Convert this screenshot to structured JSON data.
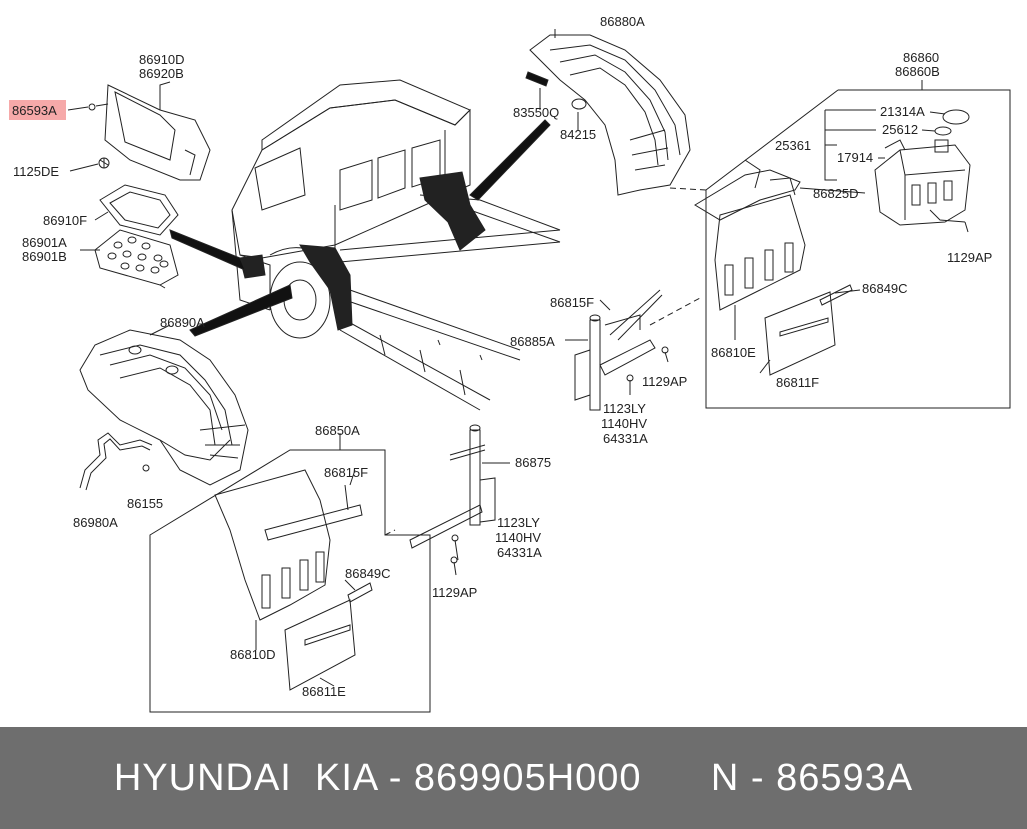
{
  "labels": {
    "l_86593A": "86593A",
    "l_86910D": "86910D",
    "l_86920B": "86920B",
    "l_1125DE": "1125DE",
    "l_86910F": "86910F",
    "l_86901A": "86901A",
    "l_86901B": "86901B",
    "l_86890A": "86890A",
    "l_86980A": "86980A",
    "l_86155": "86155",
    "l_86880A": "86880A",
    "l_83550Q": "83550Q",
    "l_84215": "84215",
    "l_86860": "86860",
    "l_86860B": "86860B",
    "l_21314A": "21314A",
    "l_25612": "25612",
    "l_25361": "25361",
    "l_17914": "17914",
    "l_86825D": "86825D",
    "l_1129AP_a": "1129AP",
    "l_86849C_a": "86849C",
    "l_86815F_a": "86815F",
    "l_86885A": "86885A",
    "l_86810E": "86810E",
    "l_1129AP_b": "1129AP",
    "l_86811F": "86811F",
    "l_1123LY_a": "1123LY",
    "l_1140HV_a": "1140HV",
    "l_64331A_a": "64331A",
    "l_86850A": "86850A",
    "l_86815F_b": "86815F",
    "l_86875": "86875",
    "l_1123LY_b": "1123LY",
    "l_1140HV_b": "1140HV",
    "l_64331A_b": "64331A",
    "l_86849C_b": "86849C",
    "l_1129AP_c": "1129AP",
    "l_86810D": "86810D",
    "l_86811E": "86811E"
  },
  "footer": {
    "brand": "HYUNDAI  KIA - 869905H000",
    "ref": "N - 86593A"
  },
  "colors": {
    "highlight": "#f59a9a",
    "footer_bg": "#6e6e6e",
    "footer_text": "#ffffff",
    "line": "#222222"
  }
}
